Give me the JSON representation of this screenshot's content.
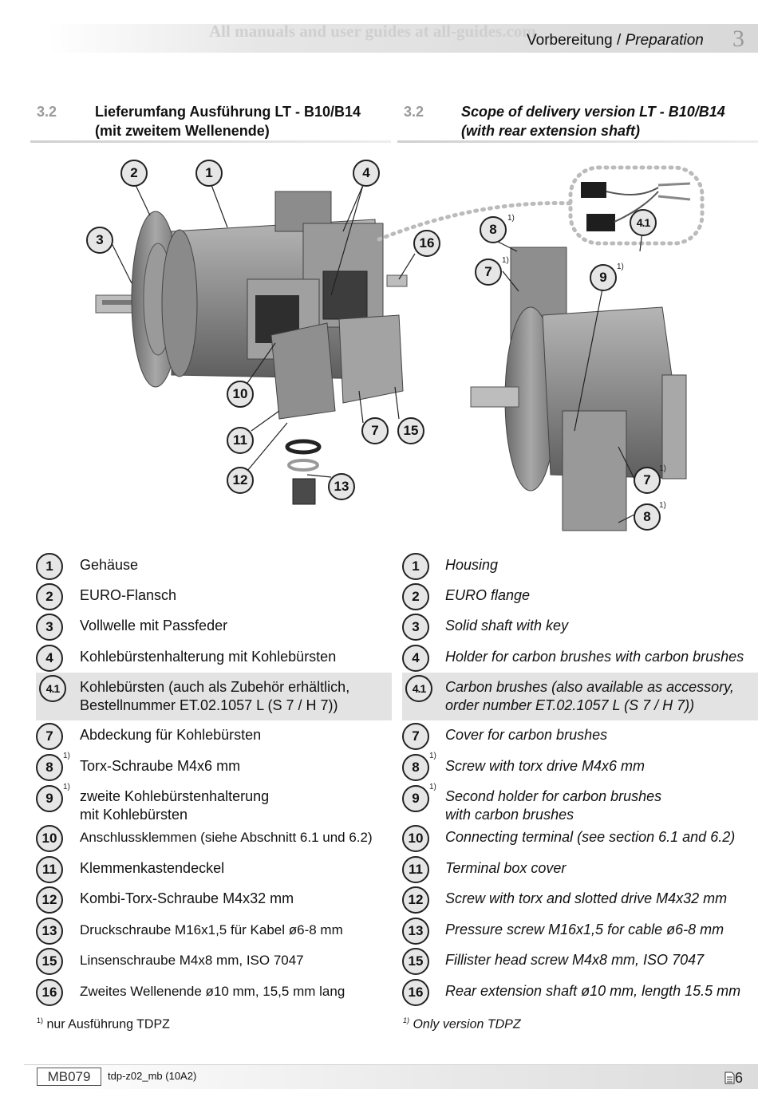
{
  "header": {
    "watermark": "All manuals and user guides at all-guides.com",
    "title_de": "Vorbereitung",
    "title_sep": " / ",
    "title_en": "Preparation",
    "chapter": "3"
  },
  "section_de": {
    "number": "3.2",
    "title_line1": "Lieferumfang Ausführung LT - B10/B14",
    "title_line2": "(mit zweitem Wellenende)"
  },
  "section_en": {
    "number": "3.2",
    "title_line1": "Scope of delivery version LT - B10/B14",
    "title_line2": "(with rear extension shaft)"
  },
  "figure_left": {
    "callouts": [
      "2",
      "1",
      "4",
      "3",
      "16",
      "10",
      "11",
      "7",
      "15",
      "12",
      "13"
    ]
  },
  "figure_right": {
    "callouts": [
      "8",
      "7",
      "9",
      "4.1",
      "7",
      "8"
    ],
    "superscript": "1)"
  },
  "items": [
    {
      "num": "1",
      "de": "Gehäuse",
      "en": "Housing"
    },
    {
      "num": "2",
      "de": "EURO-Flansch",
      "en": "EURO flange"
    },
    {
      "num": "3",
      "de": "Vollwelle mit Passfeder",
      "en": "Solid shaft with key"
    },
    {
      "num": "4",
      "de": "Kohlebürstenhalterung mit Kohlebürsten",
      "en": "Holder for carbon brushes with carbon brushes"
    },
    {
      "num": "4.1",
      "de": "Kohlebürsten (auch als Zubehör erhältlich,",
      "de2": "Bestellnummer ET.02.1057 L (S 7 / H 7))",
      "en": "Carbon brushes (also available as accessory,",
      "en2": "order number ET.02.1057 L (S 7 / H 7))"
    },
    {
      "num": "7",
      "de": "Abdeckung für Kohlebürsten",
      "en": "Cover for carbon brushes"
    },
    {
      "num": "8",
      "sup": "1)",
      "de": "Torx-Schraube M4x6 mm",
      "en": "Screw with torx drive M4x6 mm"
    },
    {
      "num": "9",
      "sup": "1)",
      "de": "zweite Kohlebürstenhalterung",
      "de2": "mit Kohlebürsten",
      "en": "Second holder for carbon brushes",
      "en2": "with carbon brushes"
    },
    {
      "num": "10",
      "de": "Anschlussklemmen (siehe Abschnitt 6.1 und 6.2)",
      "en": "Connecting terminal (see section 6.1 and 6.2)"
    },
    {
      "num": "11",
      "de": "Klemmenkastendeckel",
      "en": "Terminal box cover"
    },
    {
      "num": "12",
      "de": "Kombi-Torx-Schraube M4x32 mm",
      "en": "Screw with torx and slotted drive M4x32 mm"
    },
    {
      "num": "13",
      "de": "Druckschraube M16x1,5 für Kabel ø6-8 mm",
      "en": "Pressure screw M16x1,5 for cable ø6-8 mm"
    },
    {
      "num": "15",
      "de": "Linsenschraube M4x8 mm, ISO 7047",
      "en": "Fillister head screw M4x8 mm, ISO 7047"
    },
    {
      "num": "16",
      "de": "Zweites Wellenende ø10 mm, 15,5 mm lang",
      "en": "Rear extension shaft ø10 mm, length 15.5 mm"
    }
  ],
  "footnote": {
    "mark": "1)",
    "de": "nur Ausführung TDPZ",
    "en": "Only version TDPZ"
  },
  "footer": {
    "doc_box": "MB079",
    "code": "tdp-z02_mb (10A2)",
    "page": "6",
    "page_icon": "document-icon"
  }
}
